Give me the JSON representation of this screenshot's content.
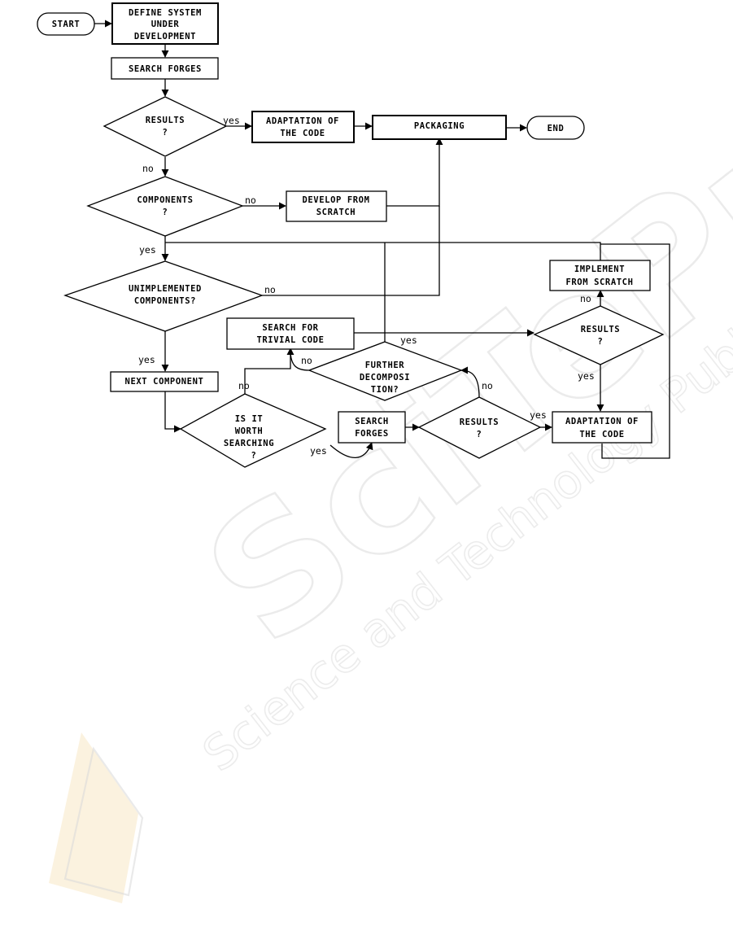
{
  "nodes": {
    "start": "START",
    "define_system": [
      "DEFINE SYSTEM",
      "UNDER",
      "DEVELOPMENT"
    ],
    "search_forges_top": "SEARCH FORGES",
    "results_top": [
      "RESULTS",
      "?"
    ],
    "adaptation_top": [
      "ADAPTATION OF",
      "THE CODE"
    ],
    "packaging": "PACKAGING",
    "end": "END",
    "components": [
      "COMPONENTS",
      "?"
    ],
    "develop_scratch": [
      "DEVELOP FROM",
      "SCRATCH"
    ],
    "unimplemented": [
      "UNIMPLEMENTED",
      "COMPONENTS?"
    ],
    "implement_scratch": [
      "IMPLEMENT",
      "FROM SCRATCH"
    ],
    "search_trivial": [
      "SEARCH FOR",
      "TRIVIAL CODE"
    ],
    "results_right": [
      "RESULTS",
      "?"
    ],
    "further_decomp": [
      "FURTHER",
      "DECOMPOSI",
      "TION?"
    ],
    "next_component": "NEXT COMPONENT",
    "worth_searching": [
      "IS IT",
      "WORTH",
      "SEARCHING",
      "?"
    ],
    "search_forges_bottom": [
      "SEARCH",
      "FORGES"
    ],
    "results_bottom": [
      "RESULTS",
      "?"
    ],
    "adaptation_bottom": [
      "ADAPTATION OF",
      "THE CODE"
    ]
  },
  "edges": {
    "results_top_yes": "yes",
    "results_top_no": "no",
    "components_no": "no",
    "components_yes": "yes",
    "unimplemented_no": "no",
    "unimplemented_yes": "yes",
    "worth_no": "no",
    "worth_yes": "yes",
    "further_no_left": "no",
    "further_yes": "yes",
    "results_bottom_no": "no",
    "results_bottom_yes": "yes",
    "results_right_no": "no",
    "results_right_yes": "yes"
  },
  "watermark": {
    "logo": "SciTePress",
    "tagline": "Science and Technology Publications"
  }
}
